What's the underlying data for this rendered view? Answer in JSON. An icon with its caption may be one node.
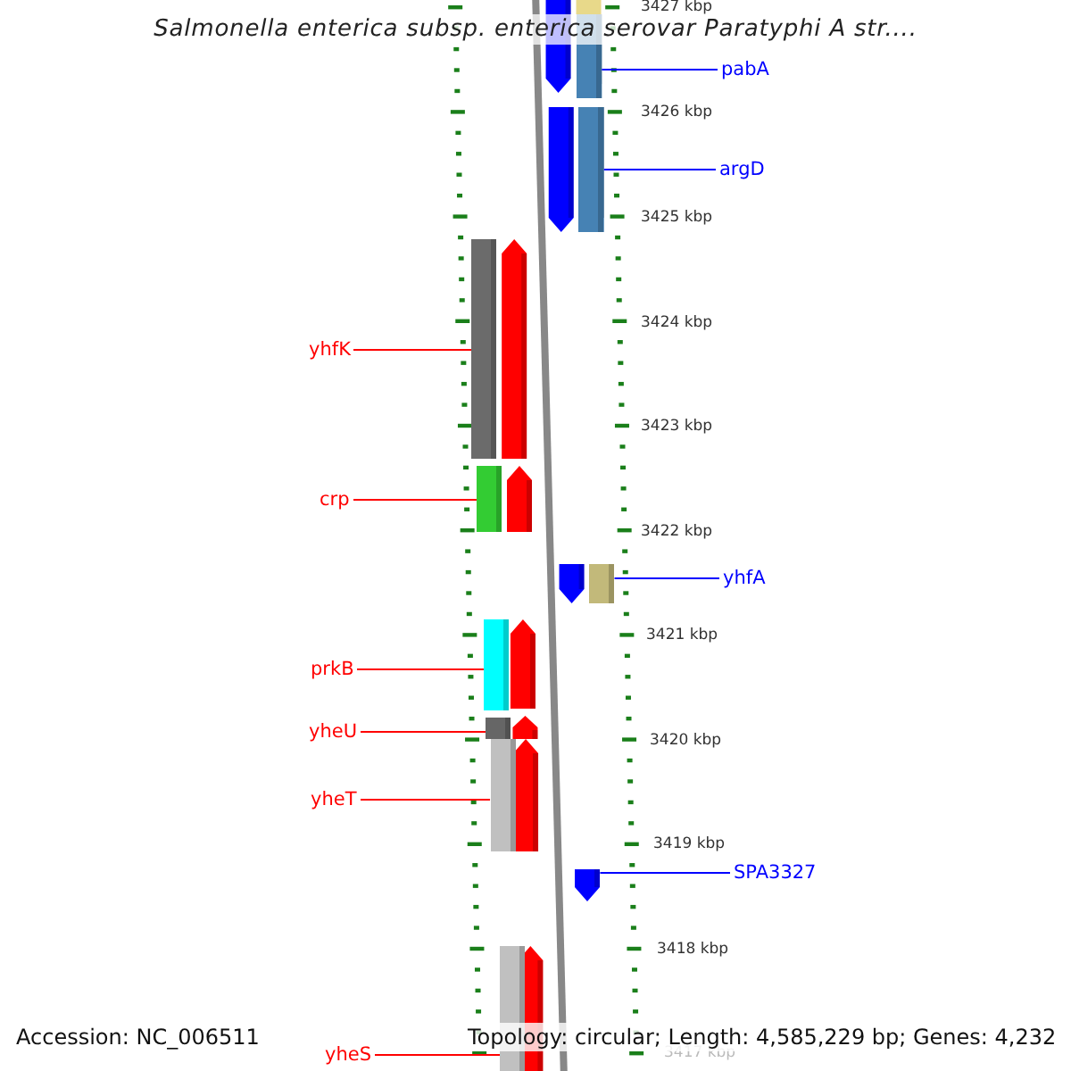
{
  "diagram": {
    "title": "Salmonella enterica subsp. enterica serovar Paratyphi A str....",
    "nodes": [
      {
        "text": [
          "pabA"
        ]
      },
      {
        "text": [],
        "shape": "bar"
      },
      {
        "text": [
          "argD"
        ]
      },
      {
        "text": [],
        "shape": "bar"
      },
      {
        "text": [
          "yhfK"
        ]
      },
      {
        "text": [],
        "shape": "bar"
      },
      {
        "text": [
          "crp"
        ]
      },
      {
        "text": [],
        "shape": "bar"
      },
      {
        "text": [
          "yhfA"
        ]
      },
      {
        "text": [],
        "shape": "bar"
      },
      {
        "text": [
          "prkB"
        ]
      },
      {
        "text": [],
        "shape": "bar"
      },
      {
        "text": [
          "yheU"
        ]
      },
      {
        "text": [],
        "shape": "bar"
      },
      {
        "text": [
          "yheT"
        ]
      },
      {
        "text": [],
        "shape": "bar"
      },
      {
        "text": [
          "SPA3327"
        ]
      },
      {
        "text": [],
        "shape": "bar"
      },
      {
        "text": [
          "yheS"
        ]
      },
      {
        "text": [],
        "shape": "bar"
      }
    ],
    "edges": [
      {
        "from": 0,
        "to": 1,
        "arrow": "none",
        "color": "#0000ff"
      },
      {
        "from": 2,
        "to": 3,
        "arrow": "none",
        "color": "#0000ff"
      },
      {
        "from": 4,
        "to": 5,
        "arrow": "none"
      },
      {
        "from": 6,
        "to": 7,
        "arrow": "none"
      },
      {
        "from": 8,
        "to": 9,
        "arrow": "none",
        "color": "#0000ff"
      },
      {
        "from": 10,
        "to": 11,
        "arrow": "none"
      },
      {
        "from": 12,
        "to": 13,
        "arrow": "none"
      },
      {
        "from": 14,
        "to": 15,
        "arrow": "none"
      },
      {
        "from": 16,
        "to": 17,
        "arrow": "none",
        "color": "#0000ff"
      },
      {
        "from": 18,
        "to": 19,
        "arrow": "none"
      }
    ],
    "labels": [
      "3427 kbp",
      "3426 kbp",
      "3425 kbp",
      "3424 kbp",
      "3423 kbp",
      "3422 kbp",
      "3421 kbp",
      "3420 kbp",
      "3419 kbp",
      "3418 kbp",
      "3417 kbp",
      "Accession: NC_006511",
      "Topology: circular; Length: 4,585,229 bp; Genes: 4,232"
    ]
  }
}
